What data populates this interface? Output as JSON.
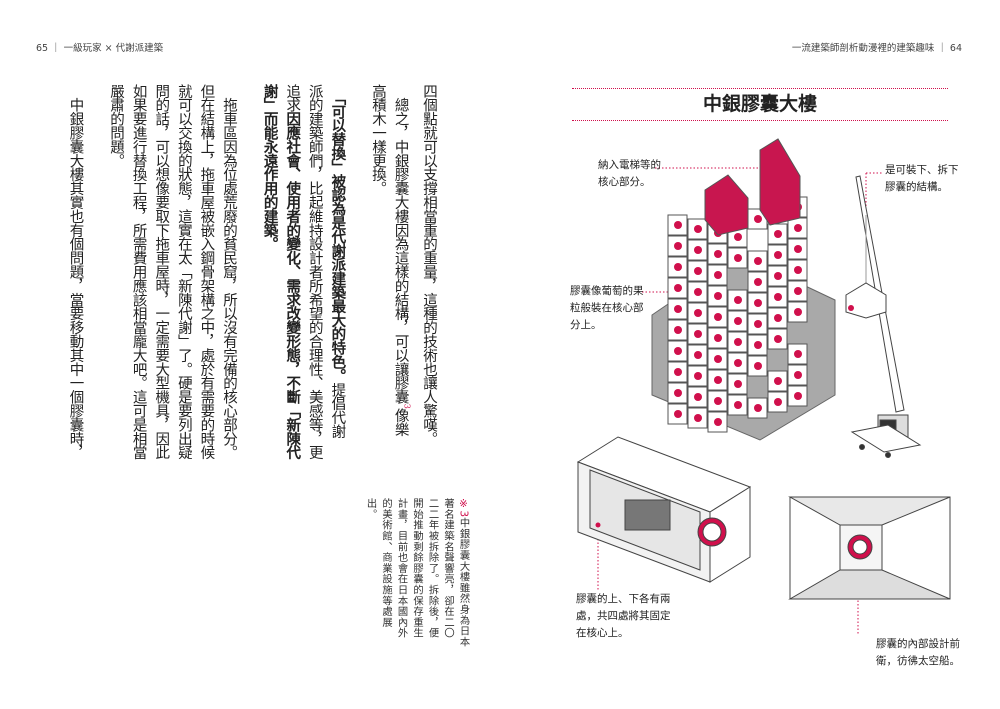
{
  "header": {
    "left": "65 ｜ 一級玩家 × 代謝派建築",
    "right": "一流建築師剖析動漫裡的建築趣味 ｜ 64"
  },
  "body": [
    {
      "text": "四個點就可以支撐相當重的重量，這種的技術也讓人驚嘆。"
    },
    {
      "text": "　總之，中銀膠囊大樓因為這樣的結構，可以讓膠囊",
      "fn": "3",
      "after": "像樂"
    },
    {
      "text": "高積木一樣更換。"
    },
    {
      "gap": true
    },
    {
      "text": "　",
      "bold": "「可以替換」被認為是代謝派建築最大的特色。",
      "after": "提倡代謝"
    },
    {
      "text": "派的建築師們，比起維持設計者所希望的合理性、美感等，更"
    },
    {
      "text": "追求",
      "bold": "因應社會、使用者的變化、需求改變形態，不斷「新陳代"
    },
    {
      "text": "",
      "bold": "謝」而能永遠作用的建築。"
    },
    {
      "gap": true
    },
    {
      "text": "　拖車區因為位處荒廢的貧民窟，所以沒有完備的核心部分。"
    },
    {
      "text": "但在結構上，拖車屋被嵌入鋼骨架構之中，處於有需要的時候"
    },
    {
      "text": "就可以交換的狀態，這實在太「新陳代謝」了。硬是要列出疑"
    },
    {
      "text": "問的話，可以想像要取下拖車屋時，一定需要大型機具，因此"
    },
    {
      "text": "如果要進行替換工程，所需費用應該相當龐大吧。這可是相當"
    },
    {
      "text": "嚴肅的問題。"
    },
    {
      "gap": true
    },
    {
      "text": "　中銀膠囊大樓其實也有個問題，當要移動其中一個膠囊時，"
    }
  ],
  "footnote": {
    "mark": "※3",
    "text": "中銀膠囊大樓雖然身為日本著名建築名聲響亮，卻在二〇二二年被拆除了。拆除後，便開始推動剩餘膠囊的保存重生計畫，目前也會在日本國內外的美術館、商業設施等處展出。"
  },
  "figure": {
    "title": "中銀膠囊大樓",
    "labels": {
      "core": "納入電梯等的\n核心部分。",
      "crane": "是可裝下、拆下\n膠囊的結構。",
      "capsules": "膠囊像葡萄的果\n粒般裝在核心部\n分上。",
      "fixed": "膠囊的上、下各有兩\n處，共四處將其固定\n在核心上。",
      "interior": "膠囊的內部設計前\n衛，彷彿太空船。"
    },
    "colors": {
      "accent": "#d0104c",
      "core": "#c8164f",
      "base": "#a9a9a9"
    }
  }
}
